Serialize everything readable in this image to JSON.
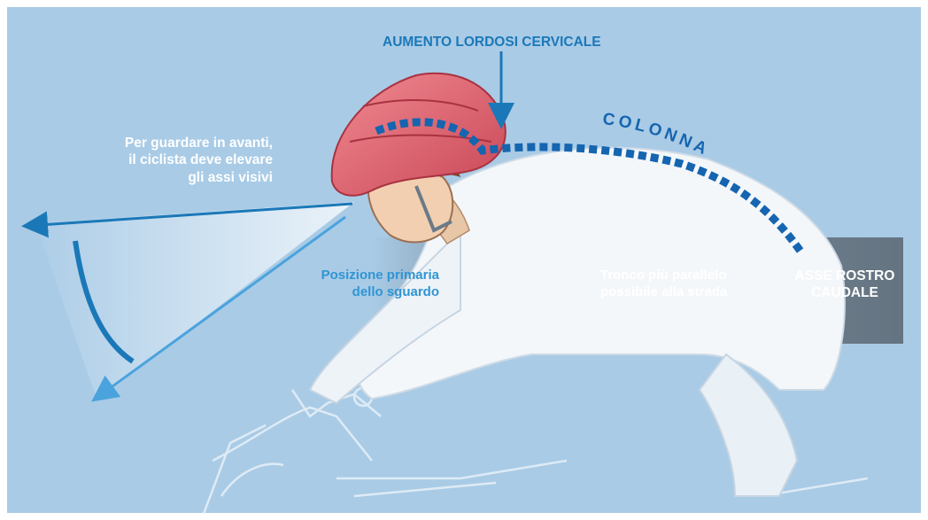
{
  "labels": {
    "cervical": "AUMENTO LORDOSI CERVICALE",
    "gaze": [
      "Per guardare in avanti,",
      "il ciclista deve elevare",
      "gli assi visivi"
    ],
    "primary_gaze": [
      "Posizione primaria",
      "dello sguardo"
    ],
    "trunk": [
      "Tronco più parallelo",
      "possibile alla strada"
    ],
    "axis": [
      "ASSE ROSTRO",
      "CAUDALE"
    ],
    "spine": "COLONNA"
  },
  "colors": {
    "background": "#a9cbe6",
    "spine_dots": "#1565b0",
    "label_blue": "#1b78b8",
    "helmet": "#e0606e",
    "axis_band": "#7a8590"
  }
}
